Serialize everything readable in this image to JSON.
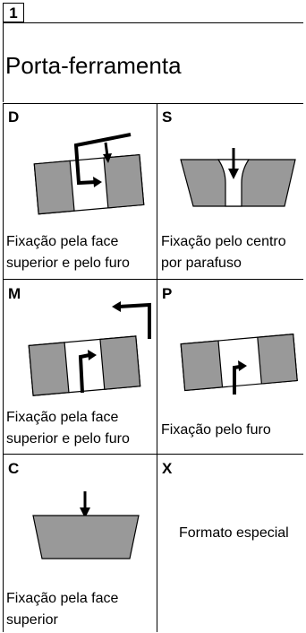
{
  "header": {
    "number": "1"
  },
  "title": "Porta-ferramenta",
  "cells": [
    {
      "code": "D",
      "desc_lines": [
        "Fixação pela face",
        "superior e pelo furo"
      ]
    },
    {
      "code": "S",
      "desc_lines": [
        "Fixação pelo centro",
        "por parafuso"
      ]
    },
    {
      "code": "M",
      "desc_lines": [
        "Fixação pela face",
        "superior e pelo furo"
      ]
    },
    {
      "code": "P",
      "desc_lines": [
        "Fixação pelo furo"
      ]
    },
    {
      "code": "C",
      "desc_lines": [
        "Fixação pela face",
        "superior"
      ]
    },
    {
      "code": "X",
      "desc_lines": [
        "Formato especial"
      ]
    }
  ],
  "colors": {
    "insert_fill": "#999999",
    "line": "#000000"
  }
}
